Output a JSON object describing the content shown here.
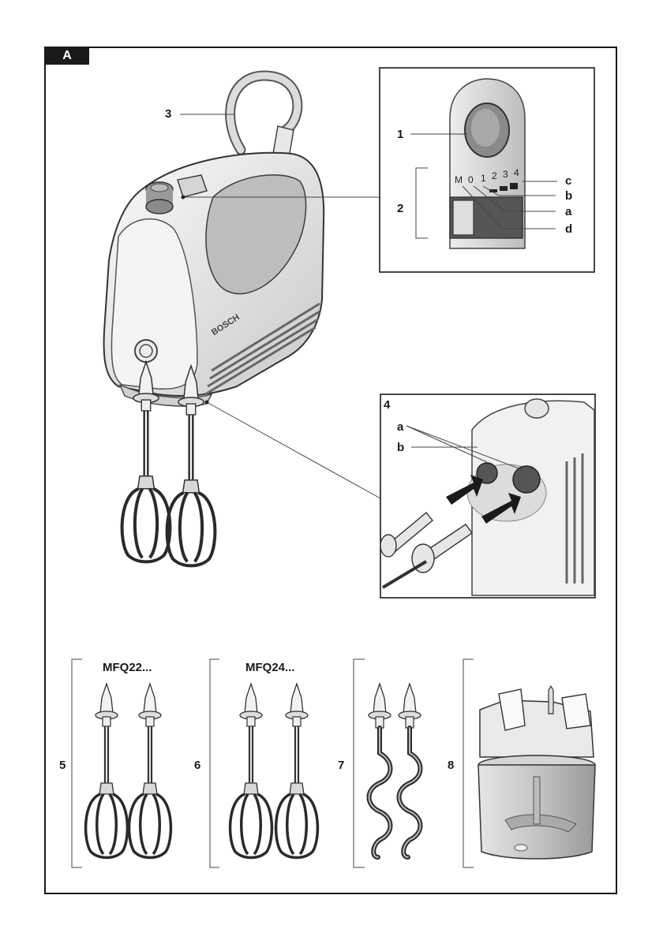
{
  "figure": {
    "tab_label": "A",
    "brand_text": "BOSCH",
    "main_labels": {
      "power_cord": "3"
    },
    "detail_panel": {
      "labels": {
        "ejector_button": "1",
        "switch": "2",
        "level_c": "c",
        "level_b": "b",
        "level_a": "a",
        "level_d": "d"
      },
      "scale_marks": [
        "M",
        "0",
        "1",
        "2",
        "3",
        "4"
      ]
    },
    "socket_panel": {
      "labels": {
        "number": "4",
        "socket_a": "a",
        "socket_b": "b"
      }
    },
    "accessories": [
      {
        "number": "5",
        "model": "MFQ22...",
        "kind": "whisks"
      },
      {
        "number": "6",
        "model": "MFQ24...",
        "kind": "whisks"
      },
      {
        "number": "7",
        "model": "",
        "kind": "dough-hooks"
      },
      {
        "number": "8",
        "model": "",
        "kind": "chopper"
      }
    ]
  }
}
